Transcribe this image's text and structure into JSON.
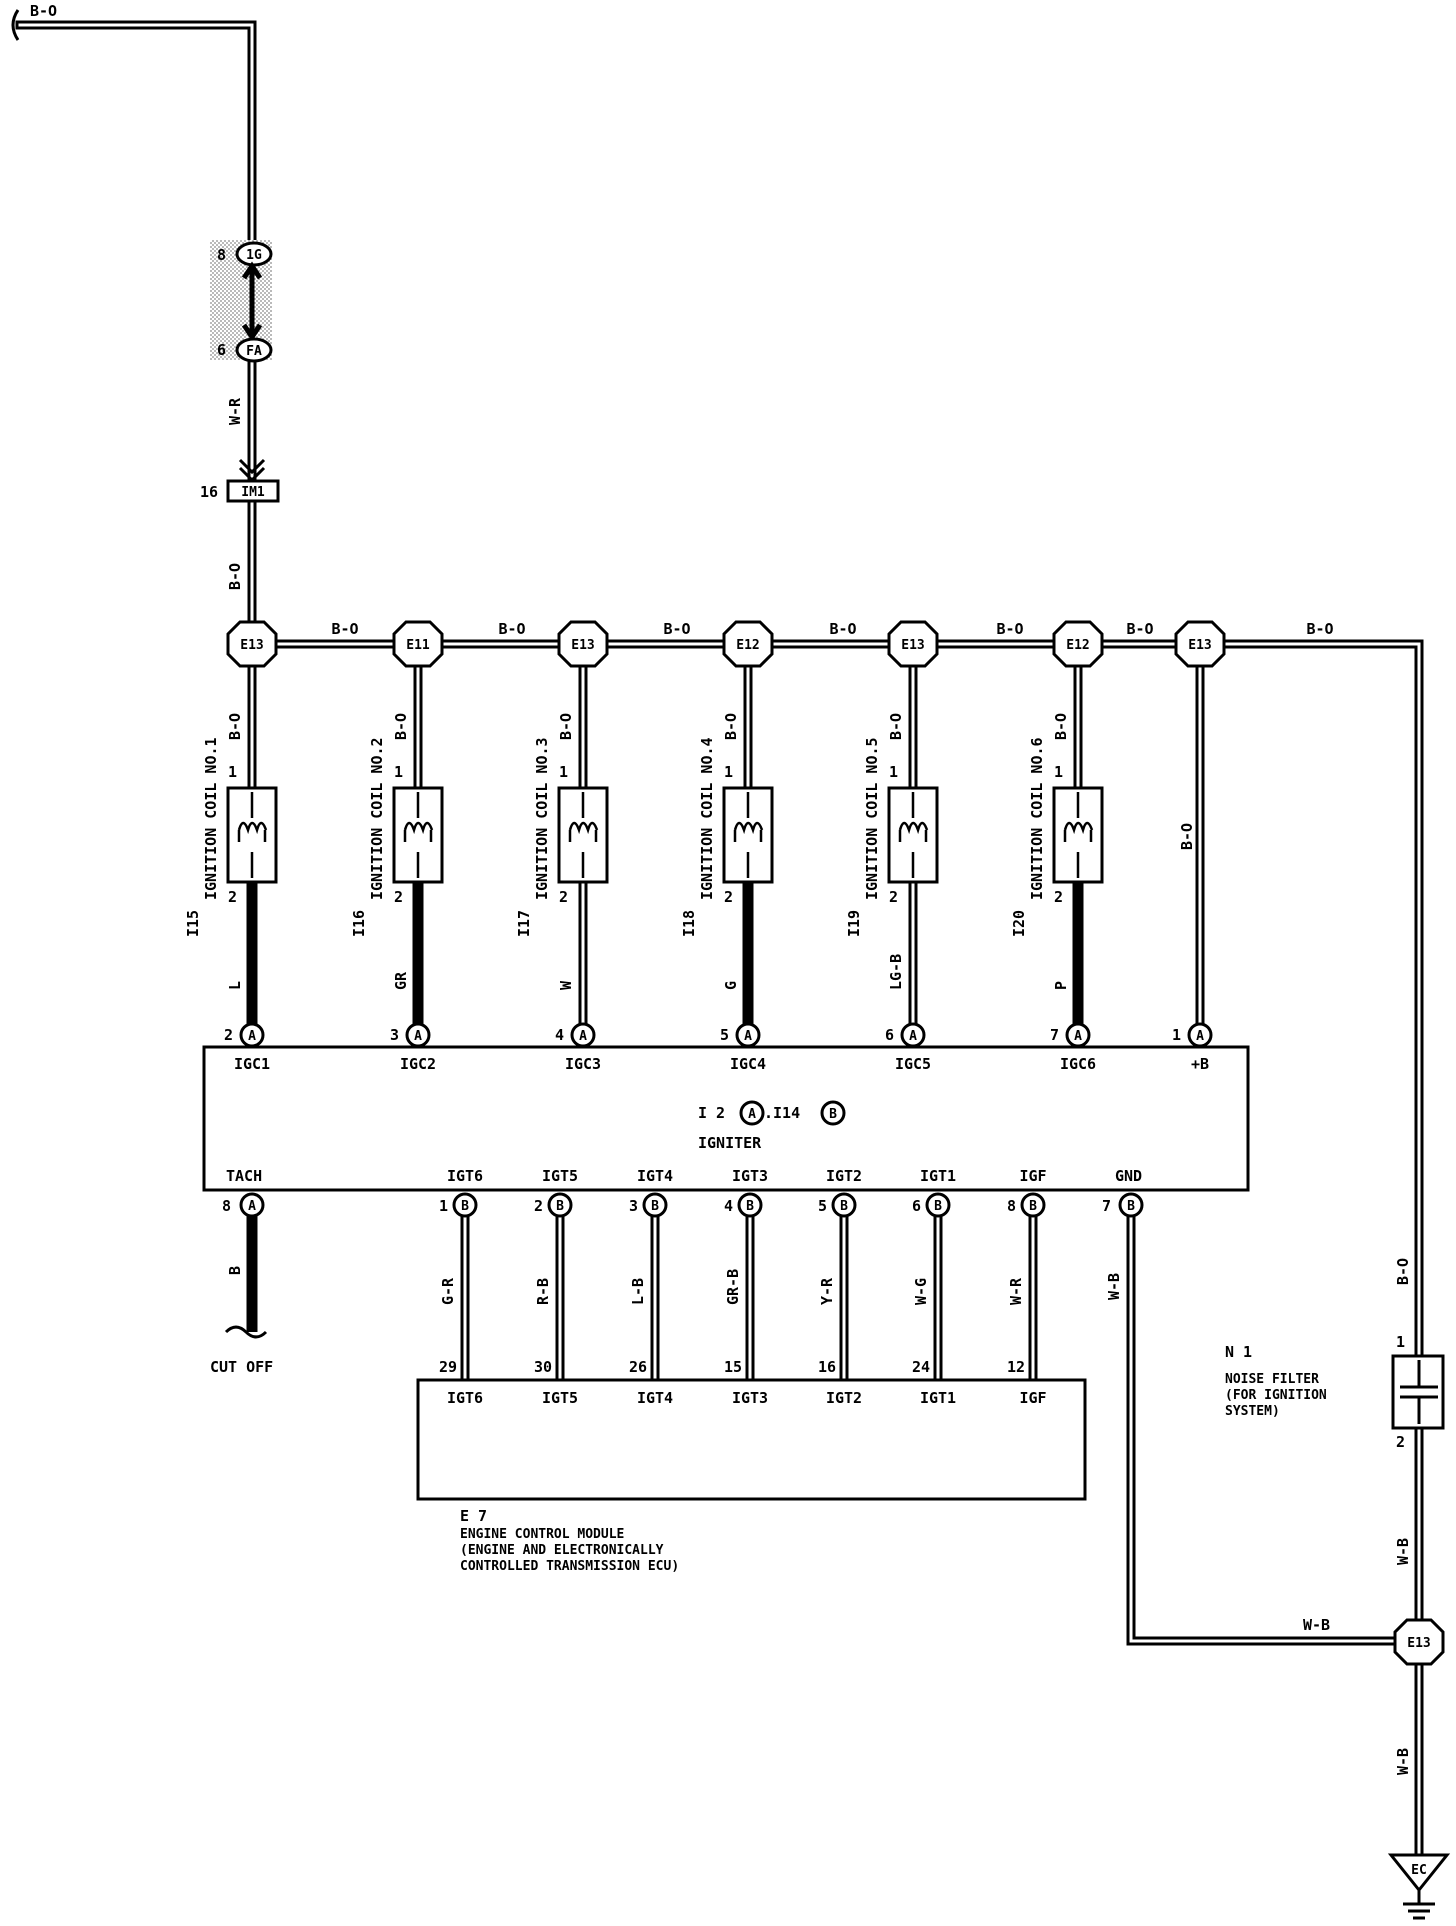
{
  "top_wire_label": "B-O",
  "junction": {
    "pin_top": "8",
    "conn_top": "1G",
    "pin_bottom": "6",
    "conn_bottom": "FA",
    "wire_label": "W-R",
    "im1_pin": "16",
    "im1_label": "IM1",
    "down_label": "B-O"
  },
  "bus": {
    "wire_label": "B-O",
    "splices": [
      "E13",
      "E11",
      "E13",
      "E12",
      "E13",
      "E12",
      "E13"
    ]
  },
  "coils": [
    {
      "id": "I15",
      "name": "IGNITION COIL NO.1",
      "top_wire": "B-O",
      "pin1": "1",
      "pin2": "2",
      "bottom_wire": "L",
      "igniter_pin": "2",
      "igniter_conn": "A",
      "igniter_label": "IGC1"
    },
    {
      "id": "I16",
      "name": "IGNITION COIL NO.2",
      "top_wire": "B-O",
      "pin1": "1",
      "pin2": "2",
      "bottom_wire": "GR",
      "igniter_pin": "3",
      "igniter_conn": "A",
      "igniter_label": "IGC2"
    },
    {
      "id": "I17",
      "name": "IGNITION COIL NO.3",
      "top_wire": "B-O",
      "pin1": "1",
      "pin2": "2",
      "bottom_wire": "W",
      "igniter_pin": "4",
      "igniter_conn": "A",
      "igniter_label": "IGC3"
    },
    {
      "id": "I18",
      "name": "IGNITION COIL NO.4",
      "top_wire": "B-O",
      "pin1": "1",
      "pin2": "2",
      "bottom_wire": "G",
      "igniter_pin": "5",
      "igniter_conn": "A",
      "igniter_label": "IGC4"
    },
    {
      "id": "I19",
      "name": "IGNITION COIL NO.5",
      "top_wire": "B-O",
      "pin1": "1",
      "pin2": "2",
      "bottom_wire": "LG-B",
      "igniter_pin": "6",
      "igniter_conn": "A",
      "igniter_label": "IGC5"
    },
    {
      "id": "I20",
      "name": "IGNITION COIL NO.6",
      "top_wire": "B-O",
      "pin1": "1",
      "pin2": "2",
      "bottom_wire": "P",
      "igniter_pin": "7",
      "igniter_conn": "A",
      "igniter_label": "IGC6"
    }
  ],
  "plus_b": {
    "wire": "B-O",
    "pin": "1",
    "conn": "A",
    "label": "+B"
  },
  "igniter": {
    "title_prefix": "I 2",
    "conn_a": "A",
    "title_mid": ".I14",
    "conn_b": "B",
    "name": "IGNITER"
  },
  "tach": {
    "label": "TACH",
    "pin": "8",
    "conn": "A",
    "wire": "B",
    "note": "CUT OFF"
  },
  "igt_signals": [
    {
      "label": "IGT6",
      "pin": "1",
      "conn": "B",
      "wire": "G-R",
      "ecm_pin": "29",
      "ecm_label": "IGT6"
    },
    {
      "label": "IGT5",
      "pin": "2",
      "conn": "B",
      "wire": "R-B",
      "ecm_pin": "30",
      "ecm_label": "IGT5"
    },
    {
      "label": "IGT4",
      "pin": "3",
      "conn": "B",
      "wire": "L-B",
      "ecm_pin": "26",
      "ecm_label": "IGT4"
    },
    {
      "label": "IGT3",
      "pin": "4",
      "conn": "B",
      "wire": "GR-B",
      "ecm_pin": "15",
      "ecm_label": "IGT3"
    },
    {
      "label": "IGT2",
      "pin": "5",
      "conn": "B",
      "wire": "Y-R",
      "ecm_pin": "16",
      "ecm_label": "IGT2"
    },
    {
      "label": "IGT1",
      "pin": "6",
      "conn": "B",
      "wire": "W-G",
      "ecm_pin": "24",
      "ecm_label": "IGT1"
    },
    {
      "label": "IGF",
      "pin": "8",
      "conn": "B",
      "wire": "W-R",
      "ecm_pin": "12",
      "ecm_label": "IGF"
    }
  ],
  "gnd": {
    "label": "GND",
    "pin": "7",
    "conn": "B",
    "wire": "W-B"
  },
  "ecm": {
    "id": "E 7",
    "line1": "ENGINE CONTROL MODULE",
    "line2": "(ENGINE AND ELECTRONICALLY",
    "line3": " CONTROLLED TRANSMISSION ECU)"
  },
  "noise_filter": {
    "id": "N 1",
    "line1": "NOISE FILTER",
    "line2": "(FOR IGNITION",
    "line3": " SYSTEM)",
    "top_wire": "B-O",
    "pin1": "1",
    "pin2": "2",
    "bottom_wire": "W-B"
  },
  "ground_splice": {
    "id": "E13",
    "in_wire": "W-B",
    "down_wire": "W-B",
    "ground": "EC"
  }
}
